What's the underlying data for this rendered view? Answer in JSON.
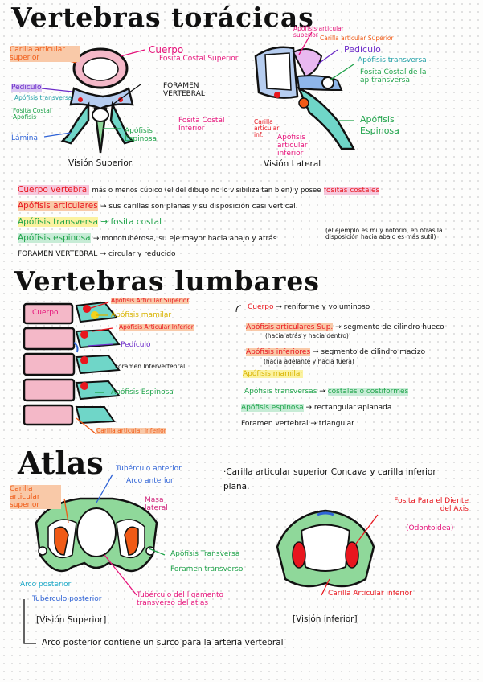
{
  "toracicas": {
    "title": "Vertebras torácicas",
    "sup_labels": {
      "carilla": "Carilla articular superior",
      "cuerpo": "Cuerpo",
      "fosita_sup": "Fosita Costal Superior",
      "pediculo": "Pediculo",
      "ap_transversa": "Apófisis transversa",
      "fosita_costal_ap": "Fosita Costal Apófisis",
      "foramen": "FORAMEN VERTEBRAL",
      "lamina": "Lámina",
      "espinosa": "Apófisis Espinosa",
      "caption": "Visión Superior"
    },
    "lat_labels": {
      "ap_art_sup": "Apófisis articular superior",
      "carilla_sup": "Carilla articular Superior",
      "pediculo": "Pedículo",
      "ap_transversa": "Apófisis transversa",
      "fosita_ap_trans": "Fosita Costal de la ap transversa",
      "fosita_inf": "Fosita Costal Inferior",
      "carilla_inf": "Carilla articular inf.",
      "ap_art_inf": "Apófisis articular inferior",
      "espinosa": "Apófisis Espinosa",
      "caption": "Visión Lateral"
    },
    "notes": {
      "l1_k": "Cuerpo vertebral",
      "l1_t": "más o menos cúbico (el del dibujo no lo visibiliza tan bien) y posee",
      "l1_k2": "fositas costales",
      "l2_k": "Apófisis articulares",
      "l2_t": "→ sus carillas son planas y su disposición casi vertical.",
      "l3_k": "Apófisis transversa",
      "l3_t": "→ fosita costal",
      "l4_k": "Apófisis espinosa",
      "l4_t": "→ monotubérosa, su eje mayor hacia abajo y atrás",
      "l4_n": "(el ejemplo es muy notorio, en otras la disposición hacia abajo es más sutil)",
      "l5_k": "FORAMEN VERTEBRAL",
      "l5_t": "→ circular y reducido"
    }
  },
  "lumbares": {
    "title": "Vertebras lumbares",
    "labels": {
      "cuerpo": "Cuerpo",
      "art_sup": "Apófisis Articular Superior",
      "mamilar": "Apófisis mamilar",
      "art_inf": "Apófisis Articular Inferior",
      "pediculo": "Pedículo",
      "foramen": "Foramen Intervertebral",
      "espinosa": "Apófisis Espinosa",
      "carilla_inf": "Carilla articular inferior"
    },
    "notes": {
      "n1_k": "Cuerpo",
      "n1_t": "→ reniforme y voluminoso",
      "n2_k": "Apófisis articulares Sup.",
      "n2_t": "→ segmento de cilindro hueco",
      "n2_s": "(hacia atrás y hacia dentro)",
      "n3_k": "Apófisis inferiores",
      "n3_t": "→ segmento de cilindro macizo",
      "n3_s": "(hacia adelante y hacia fuera)",
      "n4_k": "Apófisis mamilar",
      "n5_k": "Apófisis transversas",
      "n5_t": "→",
      "n5_h": "costales o costiformes",
      "n6_k": "Apófisis espinosa",
      "n6_t": "→ rectangular aplanada",
      "n7_k": "Foramen vertebral",
      "n7_t": "→ triangular"
    }
  },
  "atlas": {
    "title": "Atlas",
    "labels": {
      "carilla_sup": "Carilla articular superior",
      "tub_ant": "Tubérculo anterior",
      "arco_ant": "Arco anterior",
      "masa": "Masa lateral",
      "ap_trans": "Apófisis Transversa",
      "foramen_trans": "Foramen transverso",
      "arco_post": "Arco posterior",
      "tub_post": "Tubérculo posterior",
      "tub_lig": "Tubérculo del ligamento transverso del atlas",
      "caption_sup": "[Visión Superior]",
      "fosita": "Fosita Para el Diente del Axis",
      "odontoidea": "(Odontoidea)",
      "carilla_inf": "Carilla Articular inferior",
      "caption_inf": "[Visión inferior]"
    },
    "note": "·Carilla articular superior Concava y carilla inferior plana.",
    "footer": "Arco posterior contiene un surco para la arteria vertebral"
  },
  "colors": {
    "bone_pink": "#f4b8c8",
    "bone_teal": "#6fd6c8",
    "bone_green": "#8fd89a",
    "bone_blue": "#8fb6ea",
    "red": "#e8161e",
    "orange": "#f05a16",
    "yellow": "#f2d21c"
  }
}
